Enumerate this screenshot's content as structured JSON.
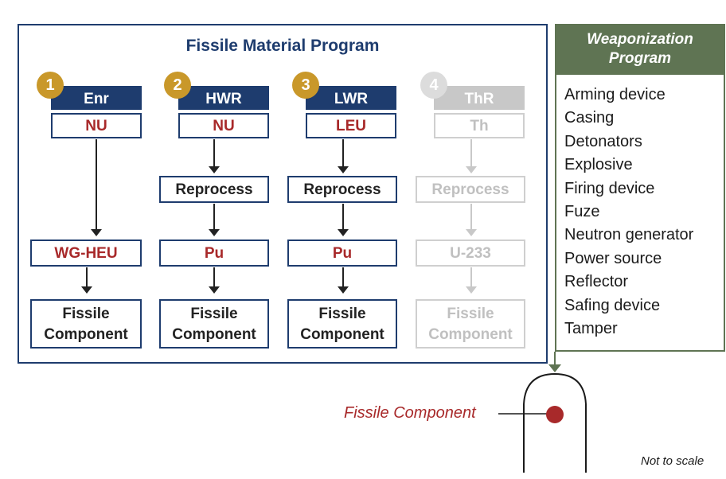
{
  "fissile_program": {
    "title": "Fissile Material Program",
    "columns": [
      {
        "number": "1",
        "reactor": "Enr",
        "fuel": "NU",
        "reprocess": "",
        "material": "WG-HEU",
        "component": [
          "Fissile",
          "Component"
        ]
      },
      {
        "number": "2",
        "reactor": "HWR",
        "fuel": "NU",
        "reprocess": "Reprocess",
        "material": "Pu",
        "component": [
          "Fissile",
          "Component"
        ]
      },
      {
        "number": "3",
        "reactor": "LWR",
        "fuel": "LEU",
        "reprocess": "Reprocess",
        "material": "Pu",
        "component": [
          "Fissile",
          "Component"
        ]
      },
      {
        "number": "4",
        "reactor": "ThR",
        "fuel": "Th",
        "reprocess": "Reprocess",
        "material": "U-233",
        "component": [
          "Fissile",
          "Component"
        ]
      }
    ]
  },
  "weaponization_program": {
    "title_line1": "Weaponization",
    "title_line2": "Program",
    "items": [
      "Arming device",
      "Casing",
      "Detonators",
      "Explosive",
      "Firing device",
      "Fuze",
      "Neutron generator",
      "Power source",
      "Reflector",
      "Safing device",
      "Tamper"
    ]
  },
  "bomb": {
    "callout": "Fissile Component"
  },
  "footnote": "Not to scale",
  "colors": {
    "navy": "#1e3c6e",
    "gold": "#c9982a",
    "red": "#a8292a",
    "green": "#5f7453",
    "gray": "#c8c8c8"
  }
}
